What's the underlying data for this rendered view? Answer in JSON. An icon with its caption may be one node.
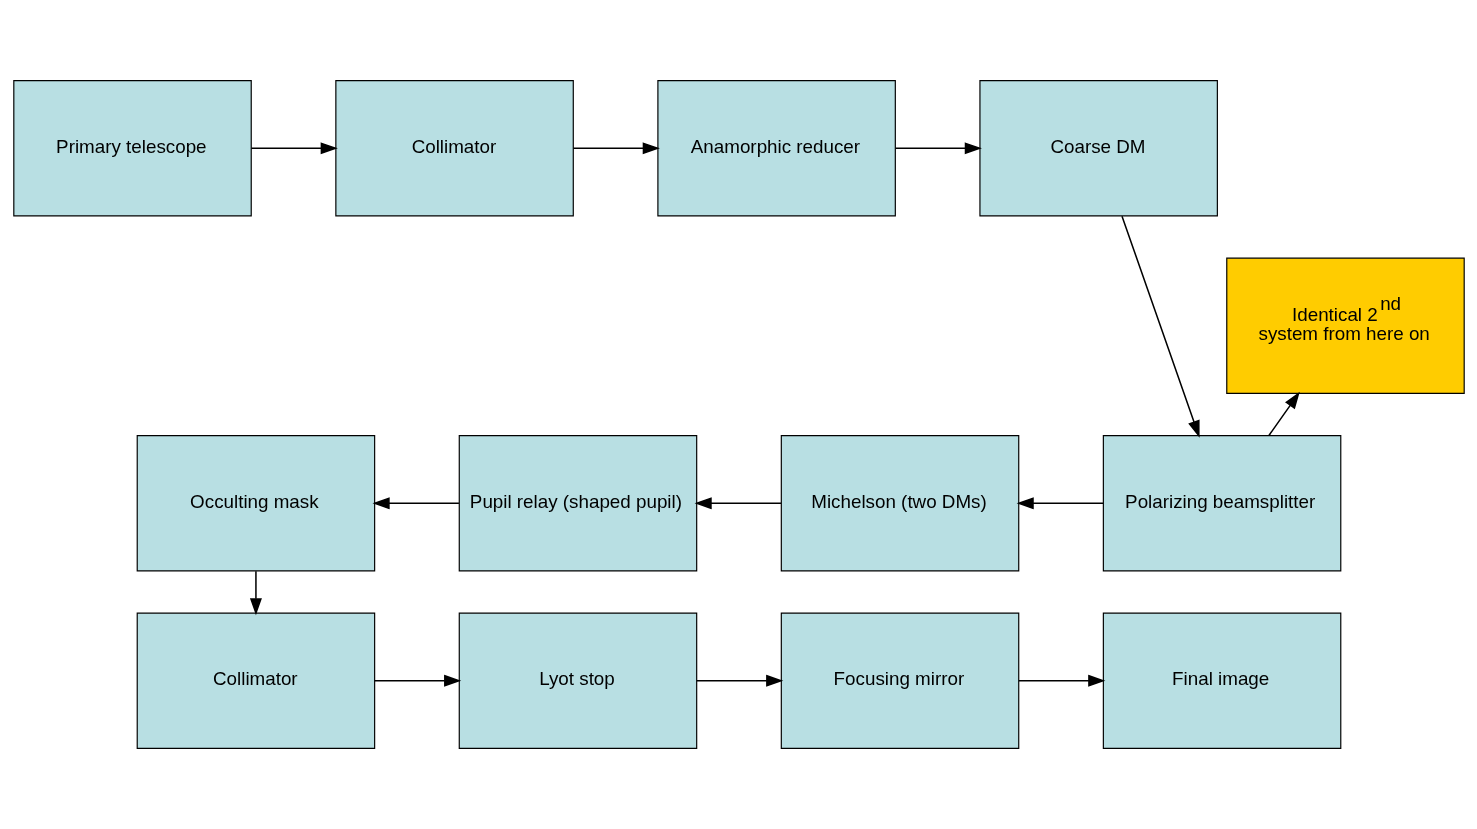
{
  "diagram": {
    "nodes": [
      {
        "text": [
          "Primary telescope"
        ]
      },
      {
        "text": [
          "Collimator"
        ]
      },
      {
        "text": [
          "Anamorphic reducer"
        ]
      },
      {
        "text": [
          "Coarse DM"
        ]
      },
      {
        "text": [
          "Identical 2$^{nd}$ system from here on"
        ]
      },
      {
        "text": [
          "Occulting mask"
        ]
      },
      {
        "text": [
          "Pupil relay (shaped pupil)"
        ]
      },
      {
        "text": [
          "Michelson (two DMs)"
        ]
      },
      {
        "text": [
          "Polarizing beamsplitter"
        ]
      },
      {
        "text": [
          "Collimator"
        ]
      },
      {
        "text": [
          "Lyot stop"
        ]
      },
      {
        "text": [
          "Focusing mirror"
        ]
      },
      {
        "text": [
          "Final image"
        ]
      }
    ],
    "edges": [
      {
        "from": 0,
        "to": 1,
        "arrow": "to"
      },
      {
        "from": 1,
        "to": 2,
        "arrow": "to"
      },
      {
        "from": 2,
        "to": 3,
        "arrow": "to"
      },
      {
        "from": 3,
        "to": 8,
        "arrow": "to"
      },
      {
        "from": 8,
        "to": 7,
        "arrow": "to"
      },
      {
        "from": 8,
        "to": 4,
        "arrow": "to"
      },
      {
        "from": 7,
        "to": 6,
        "arrow": "to"
      },
      {
        "from": 6,
        "to": 5,
        "arrow": "to"
      },
      {
        "from": 5,
        "to": 9,
        "arrow": "to"
      },
      {
        "from": 9,
        "to": 10,
        "arrow": "to"
      },
      {
        "from": 10,
        "to": 11,
        "arrow": "to"
      },
      {
        "from": 11,
        "to": 12,
        "arrow": "to"
      }
    ]
  }
}
